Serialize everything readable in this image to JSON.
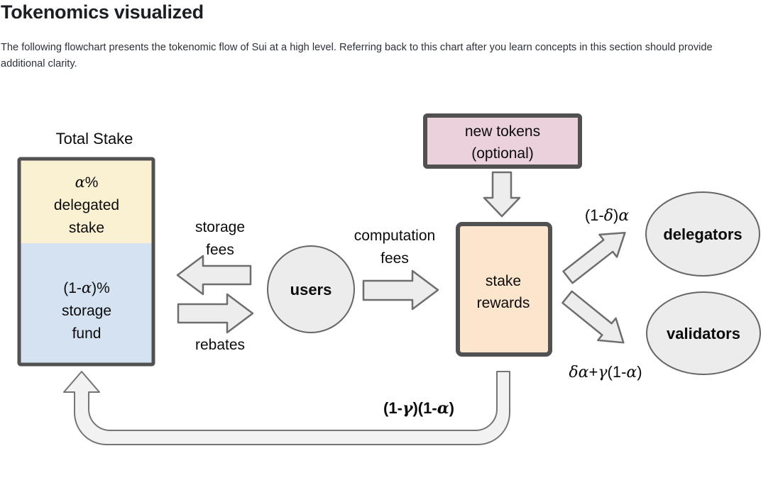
{
  "page": {
    "title": "Tokenomics visualized",
    "intro": "The following flowchart presents the tokenomic flow of Sui at a high level. Referring back to this chart after you learn concepts in this section should provide additional clarity."
  },
  "colors": {
    "delegated_stake_fill": "#faf1d3",
    "storage_fund_fill": "#d4e2f1",
    "stake_rewards_fill": "#fce5cd",
    "new_tokens_fill": "#ead1dc",
    "node_fill": "#ececec",
    "arrow_fill": "#ededed",
    "recycle_arrow_fill": "#f2f2f2",
    "border_dark": "#515151"
  },
  "diagram": {
    "total_stake": {
      "label": "Total Stake",
      "delegated": [
        "α%",
        "delegated",
        "stake"
      ],
      "storage_fund": [
        "(1-α)%",
        "storage",
        "fund"
      ]
    },
    "nodes": {
      "users": "users",
      "stake_rewards": [
        "stake",
        "rewards"
      ],
      "new_tokens": [
        "new tokens",
        "(optional)"
      ],
      "delegators": "delegators",
      "validators": "validators"
    },
    "flows": {
      "storage_fees": [
        "storage",
        "fees"
      ],
      "rebates": "rebates",
      "computation_fees": [
        "computation",
        "fees"
      ],
      "to_delegators": "(1-δ)α",
      "to_validators": "δα+γ(1-α)",
      "rewards_to_storage_fund": "(1-γ)(1-α)"
    }
  }
}
